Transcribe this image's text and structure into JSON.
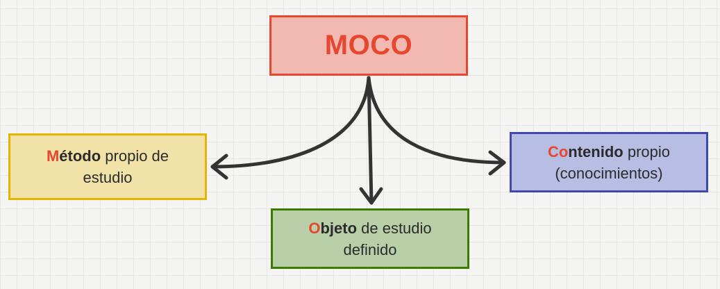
{
  "diagram": {
    "center": {
      "title": "MOCO"
    },
    "nodes": {
      "metodo": {
        "initial": "M",
        "bold_rest": "étodo",
        "rest": " propio de",
        "line2": "estudio"
      },
      "objeto": {
        "initial": "O",
        "bold_rest": "bjeto",
        "rest": " de estudio",
        "line2": "definido"
      },
      "contenido": {
        "initial": "Co",
        "bold_rest": "ntenido",
        "rest": " propio",
        "line2": "(conocimientos)"
      }
    },
    "colors": {
      "accent_red": "#e8472f",
      "center_fill": "#f1b9b0",
      "metodo_fill": "#f1e2a8",
      "metodo_border": "#e2b600",
      "objeto_fill": "#b9cfa8",
      "objeto_border": "#3c7a00",
      "contenido_fill": "#b8bde4",
      "contenido_border": "#4047ad",
      "arrow": "#333333"
    }
  }
}
